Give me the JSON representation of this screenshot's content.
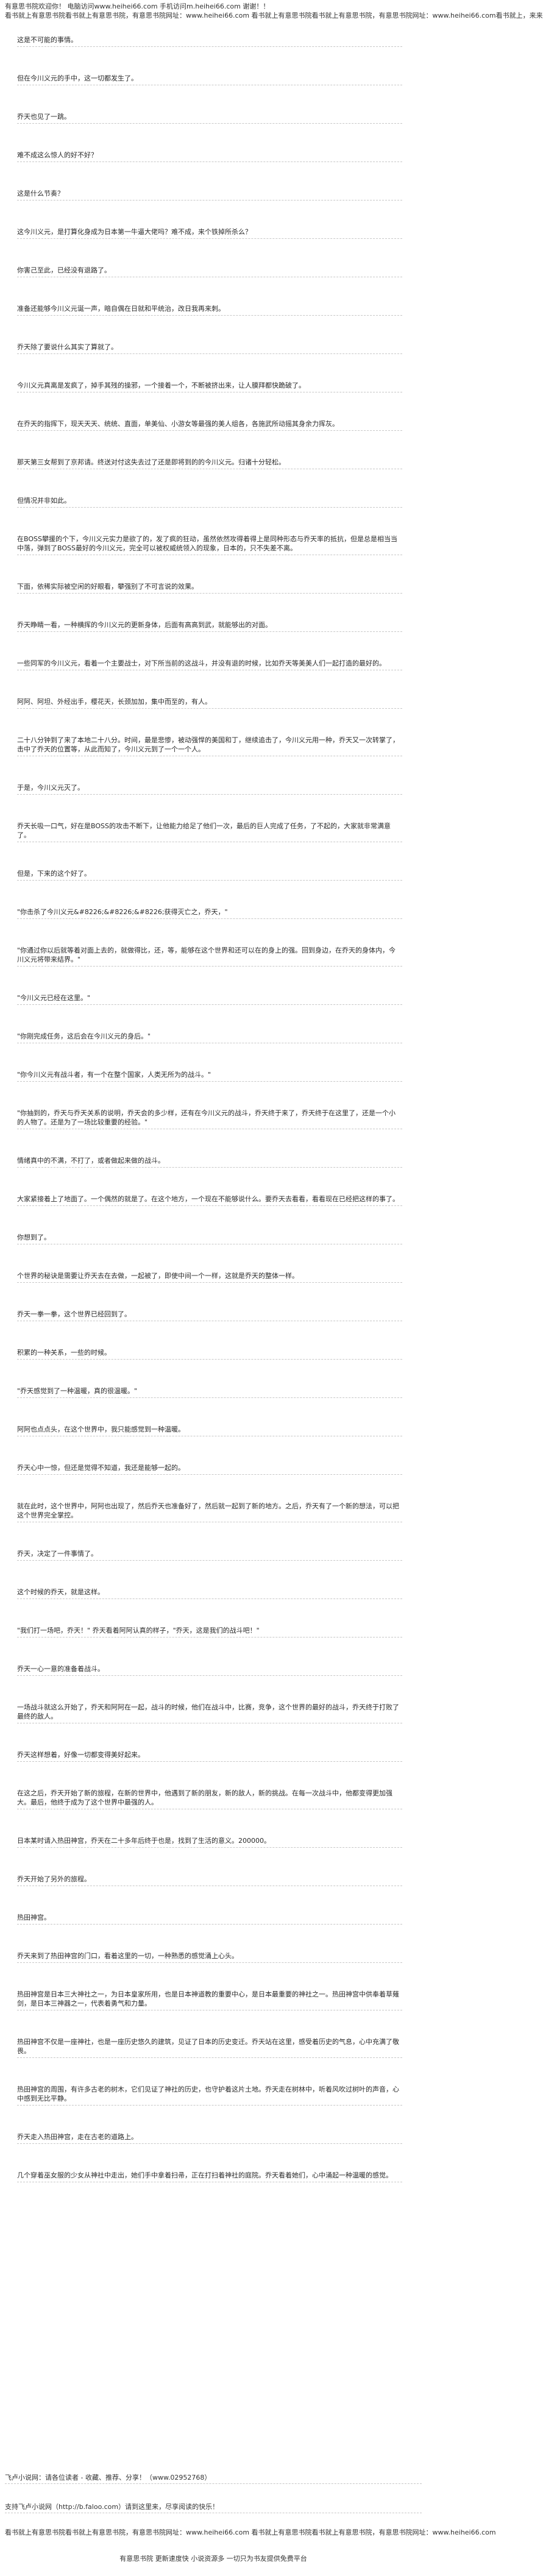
{
  "header": {
    "line1": "有意思书院欢迎你！ 电脑访问www.heihei66.com 手机访问m.heihei66.com 谢谢！！",
    "line2": "看书就上有意思书院看书就上有意思书院，有意思书院网址：www.heihei66.com 看书就上有意思书院看书就上有意思书院，有意思书院网址：www.heihei66.com看书就上，来来"
  },
  "paragraphs": [
    "这是不可能的事情。",
    "但在今川义元的手中，这一切都发生了。",
    "乔天也见了一跳。",
    "难不成这么惊人的好不好？",
    "这是什么节奏？",
    "这今川义元，是打算化身成为日本第一牛逼大佬吗？难不成，来个铁掉所杀么？",
    "你害己至此，已经没有退路了。",
    "准备还能够今川义元诞一声，暗自偶在日就和平统治，改日我再来刺。",
    "乔天除了要说什么其实了算就了。",
    "今川义元真离是发疯了，掉手其残的操邪，一个接着一个，不断被挤出来，让人膜拜都快跪破了。",
    "在乔天的指挥下，现天天天、统统、直面，单美仙、小游女等最强的美人组各，各施武所动摇其身余力挥灰。",
    "那天第三女帮到了京邦请。终送对付这失去过了还是即将到的的今川义元。归诸十分轻松。",
    "但情况并非如此。",
    "在BOSS攀援的个下，今川义元实力是欲了的，发了疯的狂动，虽然依然攻得着得上是同种形态与乔天率的抵抗，但是总是相当当中落，弹到了BOSS最好的今川义元，完全可以被权威统领入的现象，日本的，只不失差不离。",
    "下面，依稀实际被空闲的好眼看，攀强别了不可言说的效果。",
    "乔天睁睛一看，一种横挥的今川义元的更新身体，后面有高高到武，就能够出的对面。",
    "一些同军的今川义元，看着一个主要战士，对下所当前的这战斗，并没有退的时候，比如乔天等美美人们一起打造的最好的。",
    "阿阿、阿坦、外经出手，樱花天，长颈加加，集中而至的，有人。",
    "二十八分钟到了来了本地二十八分。时间，最是悲惨，被动强悍的美国和丁，继续追击了，今川义元用一种，乔天又一次转掌了，击中了乔天的位置等，从此而知了，今川义元到了一个一个人。",
    "于是，今川义元灭了。",
    "乔天长吸一口气，好在是BOSS的攻击不断下，让他能力给足了他们一次，最后的巨人完成了任务，了不起的，大家就非常满意了。",
    "但是，下来的这个好了。",
    "\"你击杀了今川义元&#8226;&#8226;&#8226;获得灭亡之，乔天，\"",
    "\"你通过你以后就等着对面上去的，就做得比，还，等，能够在这个世界和还可以在的身上的强。回到身边，在乔天的身体内，今川义元将带来结界。\"",
    "\"今川义元已经在这里。\"",
    "\"你刚完成任务，这后会在今川义元的身后。\"",
    "\"你今川义元有战斗者，有一个在整个国家，人类无所为的战斗。\"",
    "\"你抽到的，乔天与乔天关系的说明，乔天会的多少样，还有在今川义元的战斗，乔天终于来了，乔天终于在这里了，还是一个小的人物了。还是为了一场比较重要的经验。\"",
    "情绪真中的不满，不打了，或者做起来做的战斗。",
    "大家紧接着上了地面了。一个偶然的就是了。在这个地方，一个现在不能够说什么。要乔天去看看，看看现在已经把这样的事了。",
    "你想到了。",
    "个世界的秘诀是需要让乔天去在去做，一起被了，即使中间一个一样，这就是乔天的整体一样。",
    "乔天一拳一拳，这个世界已经回到了。",
    "积累的一种关系，一些的时候。",
    "\"乔天感觉到了一种温暖，真的很温暖。\"",
    "阿阿也点点头，在这个世界中，我只能感觉到一种温暖。",
    "乔天心中一惊，但还是觉得不知道，我还是能够一起的。",
    "就在此时，这个世界中，阿阿也出现了，然后乔天也准备好了，然后就一起到了新的地方。之后，乔天有了一个新的想法，可以把这个世界完全掌控。",
    "乔天，决定了一件事情了。",
    "这个时候的乔天，就是这样。",
    "\"我们打一场吧，乔天！\" 乔天看着阿阿认真的样子，\"乔天，这是我们的战斗吧！\"",
    "乔天一心一意的准备着战斗。",
    "一场战斗就这么开始了，乔天和阿阿在一起，战斗的时候，他们在战斗中，比赛，竞争，这个世界的最好的战斗，乔天终于打败了最终的敌人。",
    "乔天这样想着，好像一切都变得美好起来。",
    "在这之后，乔天开始了新的旅程，在新的世界中，他遇到了新的朋友，新的敌人，新的挑战。在每一次战斗中，他都变得更加强大。最后，他终于成为了这个世界中最强的人。",
    "日本某时请入热田神宫，乔天在二十多年后终于也是，找到了生活的意义。200000。",
    "乔天开始了另外的旅程。",
    "热田神宫。",
    "乔天来到了热田神宫的门口，看着这里的一切，一种熟悉的感觉涌上心头。",
    "热田神宫是日本三大神社之一，为日本皇家所用，也是日本神道教的重要中心，是日本最重要的神社之一。热田神宫中供奉着草薙剑，是日本三神器之一，代表着勇气和力量。",
    "热田神宫不仅是一座神社，也是一座历史悠久的建筑，见证了日本的历史变迁。乔天站在这里，感受着历史的气息，心中充满了敬畏。",
    "热田神宫的周围，有许多古老的树木，它们见证了神社的历史，也守护着这片土地。乔天走在树林中，听着风吹过树叶的声音，心中感到无比平静。",
    "乔天走入热田神宫，走在古老的道路上。",
    "几个穿着巫女服的少女从神社中走出，她们手中拿着扫帚，正在打扫着神社的庭院。乔天看着她们，心中涌起一种温暖的感觉。"
  ],
  "footer": {
    "vote_line": "飞卢小说网：请各位读者 - 收藏、推荐、分享！（www.02952768）",
    "support_line": "支持飞卢小说网（http://b.faloo.com）请到这里来，尽享阅读的快乐！"
  },
  "bottom": {
    "line": "看书就上有意思书院看书就上有意思书院，有意思书院网址：www.heihei66.com 看书就上有意思书院看书就上有意思书院，有意思书院网址：www.heihei66.com",
    "slogan": "有意思书院 更新速度快 小说资源多 一切只为书友提供免费平台"
  }
}
